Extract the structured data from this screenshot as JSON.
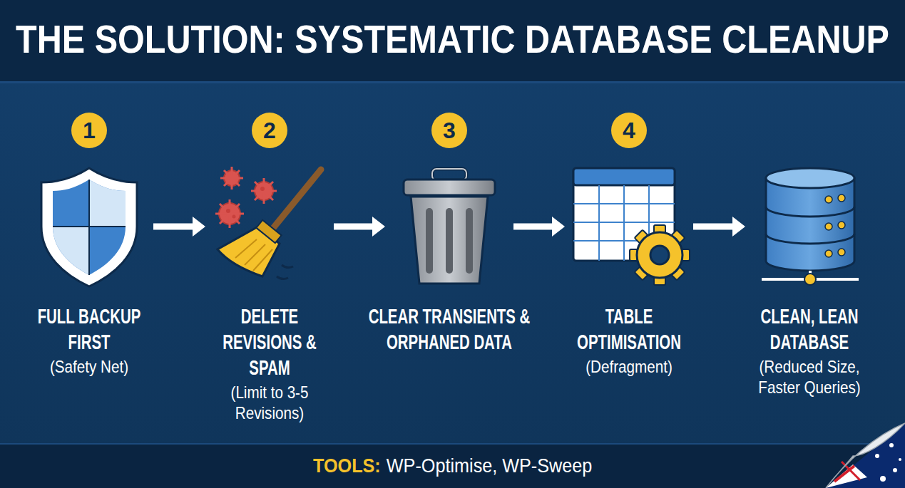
{
  "diagram": {
    "title": "THE SOLUTION: SYSTEMATIC DATABASE CLEANUP",
    "nodes": [
      {
        "text": [
          "FULL BACKUP FIRST",
          "(Safety Net)"
        ]
      },
      {
        "text": [
          "DELETE REVISIONS & SPAM",
          "(Limit to 3-5 Revisions)"
        ]
      },
      {
        "text": [
          "CLEAR TRANSIENTS & ORPHANED DATA"
        ]
      },
      {
        "text": [
          "TABLE OPTIMISATION",
          "(Defragment)"
        ]
      },
      {
        "text": [
          "CLEAN, LEAN DATABASE",
          "(Reduced Size, Faster Queries)"
        ]
      }
    ],
    "edges": [
      {
        "from": 0,
        "to": 1,
        "arrow": "to"
      },
      {
        "from": 1,
        "to": 2,
        "arrow": "to"
      },
      {
        "from": 2,
        "to": 3,
        "arrow": "to"
      },
      {
        "from": 3,
        "to": 4,
        "arrow": "to"
      }
    ],
    "labels": [
      "1",
      "2",
      "3",
      "4",
      "TOOLS:",
      "WP-Optimise, WP-Sweep"
    ]
  }
}
